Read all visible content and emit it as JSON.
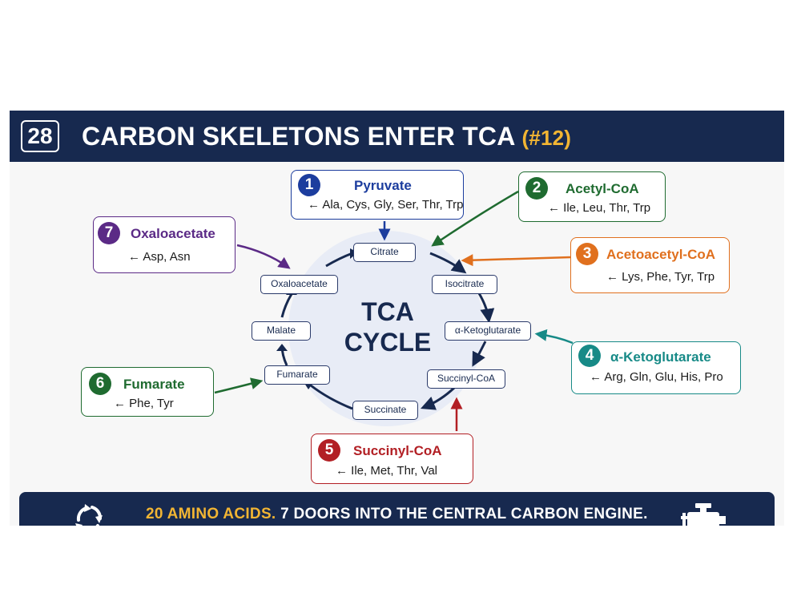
{
  "header": {
    "number": "28",
    "title": "CARBON SKELETONS ENTER TCA",
    "subtitle_tag": "(#12)"
  },
  "cycle": {
    "center_line1": "TCA",
    "center_line2": "CYCLE",
    "nodes": [
      "Citrate",
      "Isocitrate",
      "α-Ketoglutarate",
      "Succinyl-CoA",
      "Succinate",
      "Fumarate",
      "Malate",
      "Oxaloacetate"
    ]
  },
  "entries": [
    {
      "num": "1",
      "name": "Pyruvate",
      "amino_acids": "← Ala, Cys, Gly, Ser, Thr, Trp",
      "color": "#1c3d9e"
    },
    {
      "num": "2",
      "name": "Acetyl-CoA",
      "amino_acids": "← Ile, Leu, Thr, Trp",
      "color": "#1f6b30"
    },
    {
      "num": "3",
      "name": "Acetoacetyl-CoA",
      "amino_acids": "← Lys, Phe, Tyr, Trp",
      "color": "#e0701e"
    },
    {
      "num": "4",
      "name": "α-Ketoglutarate",
      "amino_acids": "← Arg, Gln, Glu, His, Pro",
      "color": "#178a87"
    },
    {
      "num": "5",
      "name": "Succinyl-CoA",
      "amino_acids": "← Ile, Met, Thr, Val",
      "color": "#b21f24"
    },
    {
      "num": "6",
      "name": "Fumarate",
      "amino_acids": "← Phe, Tyr",
      "color": "#1f6b30"
    },
    {
      "num": "7",
      "name": "Oxaloacetate",
      "amino_acids": "← Asp, Asn",
      "color": "#5b2a86"
    }
  ],
  "footer": {
    "highlight": "20 AMINO ACIDS.",
    "rest": " 7 DOORS INTO THE CENTRAL CARBON ENGINE.",
    "icons": [
      "recycle-icon",
      "engine-icon"
    ]
  },
  "colors": {
    "navy": "#17294f",
    "gold": "#f2b533",
    "cycle_fill": "#e8ecf6"
  }
}
